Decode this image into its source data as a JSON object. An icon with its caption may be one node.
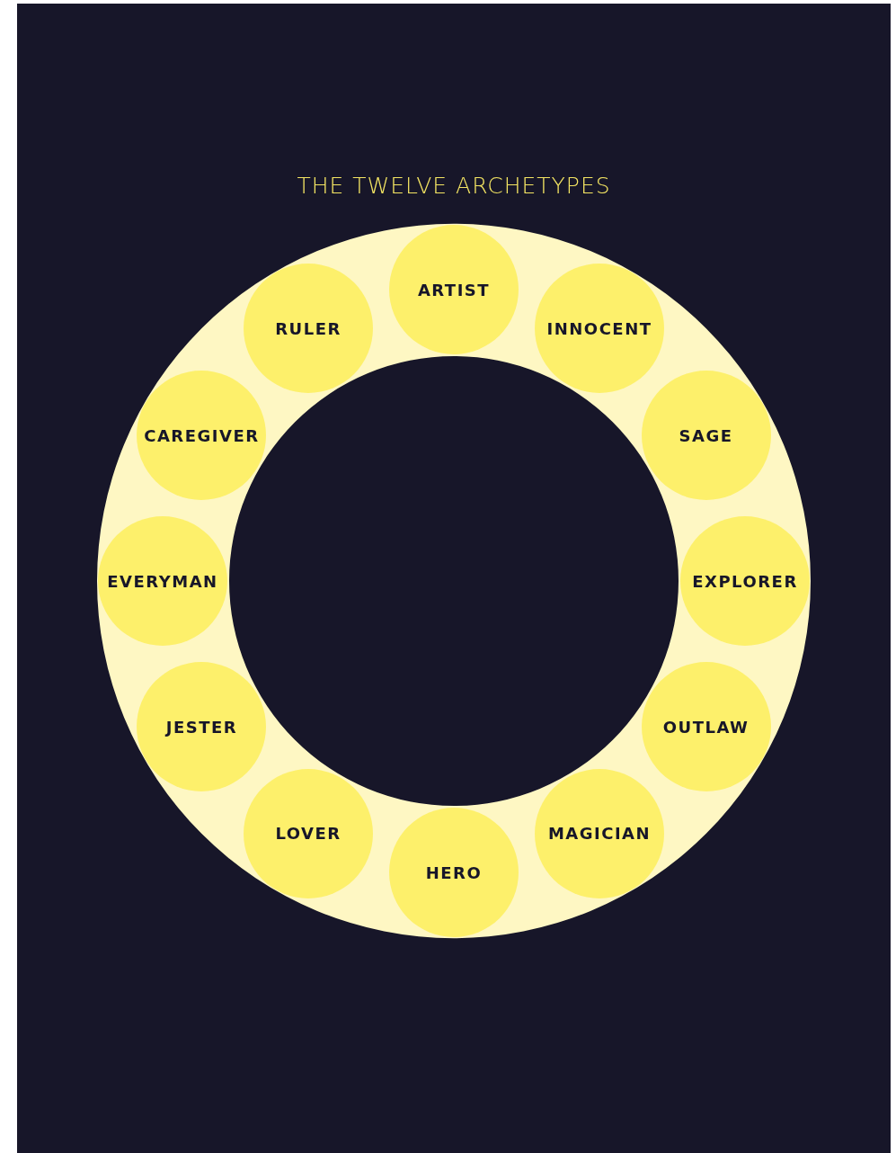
{
  "diagram": {
    "title": "THE TWELVE ARCHETYPES",
    "nodes": [
      {
        "text": [
          "ARTIST"
        ]
      },
      {
        "text": [
          "INNOCENT"
        ]
      },
      {
        "text": [
          "SAGE"
        ]
      },
      {
        "text": [
          "EXPLORER"
        ]
      },
      {
        "text": [
          "OUTLAW"
        ]
      },
      {
        "text": [
          "MAGICIAN"
        ]
      },
      {
        "text": [
          "HERO"
        ]
      },
      {
        "text": [
          "LOVER"
        ]
      },
      {
        "text": [
          "JESTER"
        ]
      },
      {
        "text": [
          "EVERYMAN"
        ]
      },
      {
        "text": [
          "CAREGIVER"
        ]
      },
      {
        "text": [
          "RULER"
        ]
      }
    ]
  }
}
